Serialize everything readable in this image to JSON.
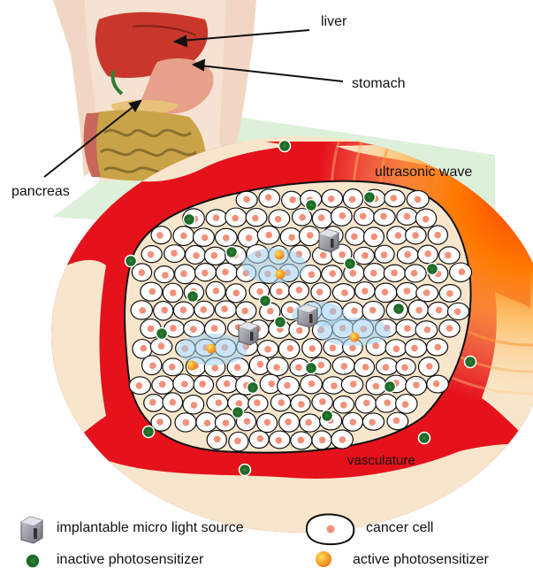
{
  "labels": {
    "liver": "liver",
    "stomach": "stomach",
    "pancreas": "pancreas",
    "ultrasonic_wave": "ultrasonic wave",
    "vasculature": "vasculature"
  },
  "legend": {
    "light_source": "implantable micro light source",
    "cancer_cell": "cancer cell",
    "inactive": "inactive photosensitizer",
    "active": "active photosensitizer"
  },
  "colors": {
    "vessel_red": "#e5121b",
    "tissue_beige": "#f8e6cc",
    "cell_nucleus": "#f2907a",
    "inactive_green": "#1f6b2a",
    "active_orange": "#f7a21b",
    "wave_orange": "#ff6a00",
    "light_blue": "#bfe0f5",
    "zoom_green": "#cfe9c9"
  }
}
